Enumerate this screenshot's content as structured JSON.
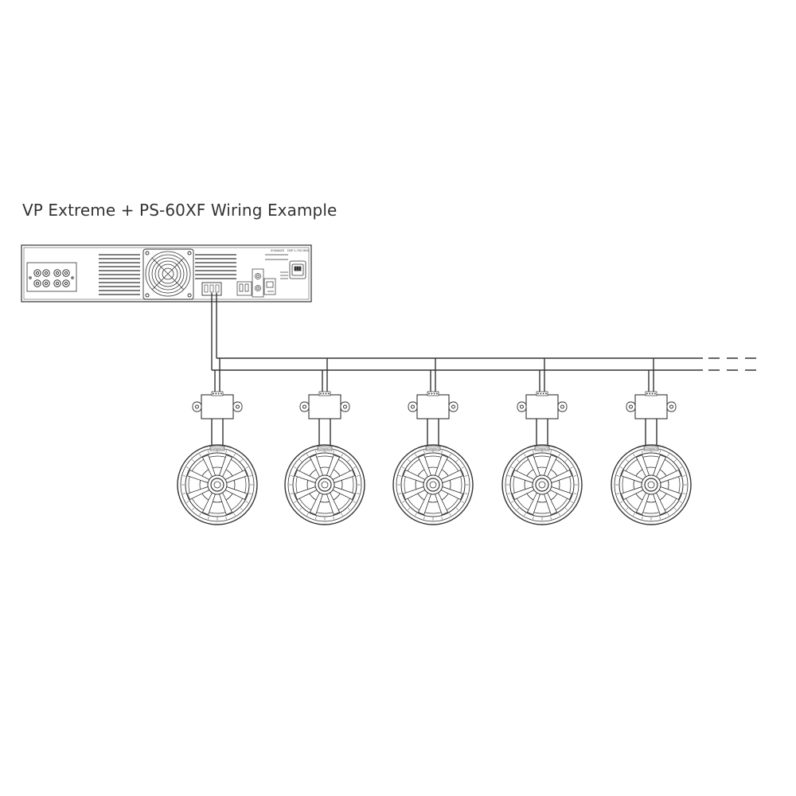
{
  "title": "VP Extreme + PS-60XF Wiring Example",
  "amplifier": {
    "brand_label": "SONANCE",
    "model_label": "DSP 2-750 MKII"
  },
  "speakers": [
    {
      "brand_label": "SONANCE"
    },
    {
      "brand_label": "SONANCE"
    },
    {
      "brand_label": "SONANCE"
    },
    {
      "brand_label": "SONANCE"
    },
    {
      "brand_label": "SONANCE"
    }
  ],
  "colors": {
    "line": "#333333",
    "background": "#ffffff"
  },
  "icons": [
    "fan-grille-icon",
    "power-inlet-icon",
    "speaker-icon",
    "transformer-icon"
  ]
}
